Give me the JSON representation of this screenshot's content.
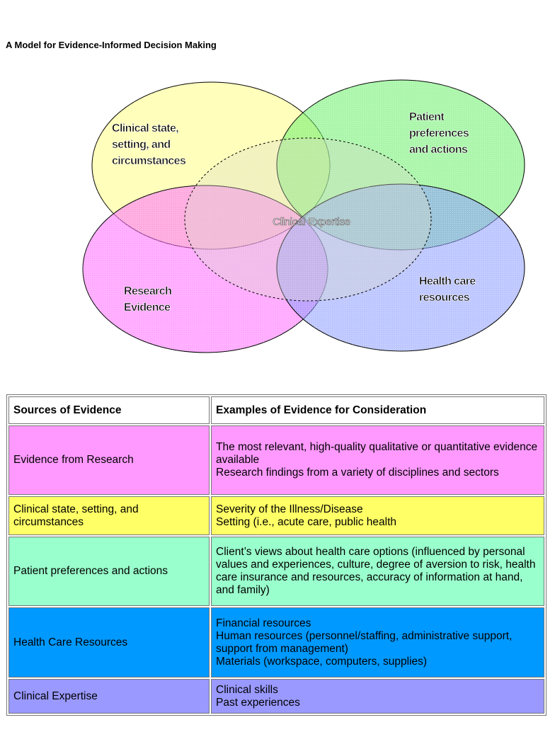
{
  "title": "A Model for Evidence-Informed Decision Making",
  "diagram": {
    "circles": [
      {
        "id": "clinical-state",
        "label_lines": [
          "Clinical state,",
          "setting, and",
          "circumstances"
        ],
        "color": "#ffff80"
      },
      {
        "id": "patient-preferences",
        "label_lines": [
          "Patient",
          "preferences",
          "and actions"
        ],
        "color": "#66ee66"
      },
      {
        "id": "research-evidence",
        "label_lines": [
          "Research",
          "Evidence"
        ],
        "color": "#ff66ff"
      },
      {
        "id": "health-care-resources",
        "label_lines": [
          "Health care",
          "resources"
        ],
        "color": "#8899ff"
      }
    ],
    "center_label": "Clinical Expertise"
  },
  "table": {
    "headers": [
      "Sources of Evidence",
      "Examples of Evidence for Consideration"
    ],
    "rows": [
      {
        "source": "Evidence from Research",
        "color": "#ff99ff",
        "examples": [
          "The most relevant, high-quality qualitative or quantitative evidence available",
          "Research findings from a variety of disciplines and sectors"
        ]
      },
      {
        "source": "Clinical state, setting, and circumstances",
        "color": "#ffff66",
        "examples": [
          "Severity of the Illness/Disease",
          "Setting (i.e., acute care, public health"
        ]
      },
      {
        "source": "Patient preferences and actions",
        "color": "#99ffcc",
        "examples": [
          "Client’s views about health care options (influenced by personal values and experiences, culture, degree of aversion to risk, health care insurance and resources, accuracy of information at hand, and family)"
        ]
      },
      {
        "source": "Health Care Resources",
        "color": "#0099ff",
        "examples": [
          "Financial resources",
          "Human resources (personnel/staffing, administrative support, support from management)",
          "Materials (workspace, computers, supplies)"
        ]
      },
      {
        "source": "Clinical Expertise",
        "color": "#9999ff",
        "examples": [
          "Clinical skills",
          "Past experiences"
        ]
      }
    ]
  }
}
